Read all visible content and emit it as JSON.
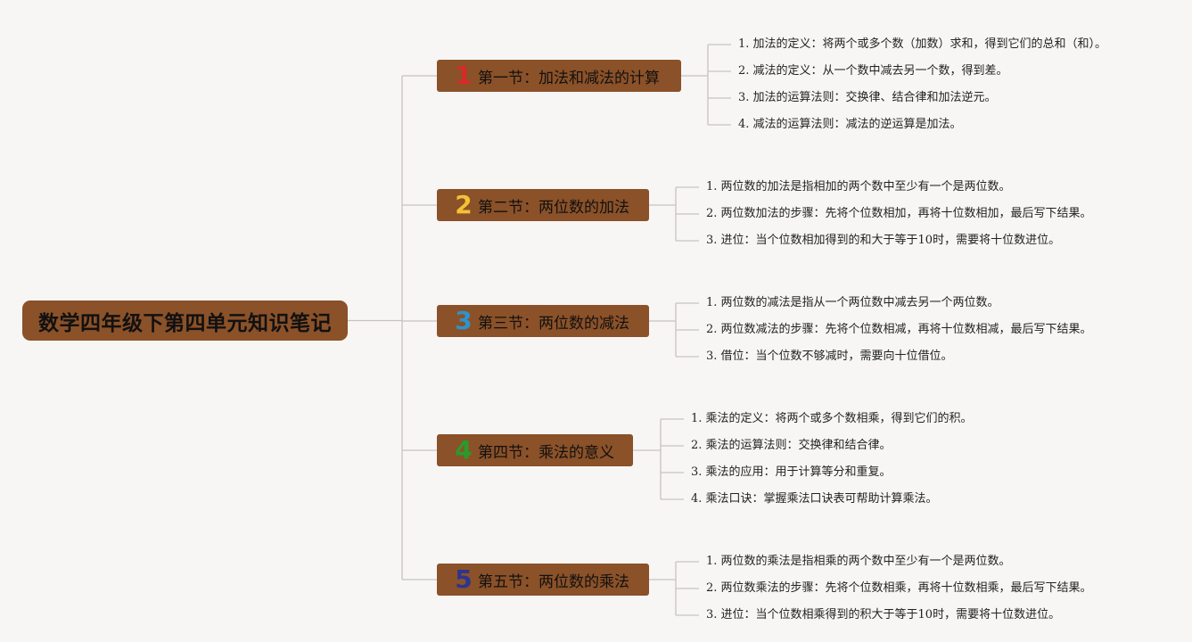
{
  "title": "数学四年级下第四单元知识笔记",
  "sections": [
    {
      "number": "1",
      "color": "#d62a2a",
      "label": "第一节：加法和减法的计算",
      "items": [
        "1. 加法的定义：将两个或多个数（加数）求和，得到它们的总和（和）。",
        "2. 减法的定义：从一个数中减去另一个数，得到差。",
        "3. 加法的运算法则：交换律、结合律和加法逆元。",
        "4. 减法的运算法则：减法的逆运算是加法。"
      ]
    },
    {
      "number": "2",
      "color": "#f2c233",
      "label": "第二节：两位数的加法",
      "items": [
        "1. 两位数的加法是指相加的两个数中至少有一个是两位数。",
        "2. 两位数加法的步骤：先将个位数相加，再将十位数相加，最后写下结果。",
        "3. 进位：当个位数相加得到的和大于等于10时，需要将十位数进位。"
      ]
    },
    {
      "number": "3",
      "color": "#2f93c9",
      "label": "第三节：两位数的减法",
      "items": [
        "1. 两位数的减法是指从一个两位数中减去另一个两位数。",
        "2. 两位数减法的步骤：先将个位数相减，再将十位数相减，最后写下结果。",
        "3. 借位：当个位数不够减时，需要向十位借位。"
      ]
    },
    {
      "number": "4",
      "color": "#2b9a2b",
      "label": "第四节：乘法的意义",
      "items": [
        "1. 乘法的定义：将两个或多个数相乘，得到它们的积。",
        "2. 乘法的运算法则：交换律和结合律。",
        "3. 乘法的应用：用于计算等分和重复。",
        "4. 乘法口诀：掌握乘法口诀表可帮助计算乘法。"
      ]
    },
    {
      "number": "5",
      "color": "#2c3590",
      "label": "第五节：两位数的乘法",
      "items": [
        "1. 两位数的乘法是指相乘的两个数中至少有一个是两位数。",
        "2. 两位数乘法的步骤：先将个位数相乘，再将十位数相乘，最后写下结果。",
        "3. 进位：当个位数相乘得到的积大于等于10时，需要将十位数进位。"
      ]
    }
  ]
}
